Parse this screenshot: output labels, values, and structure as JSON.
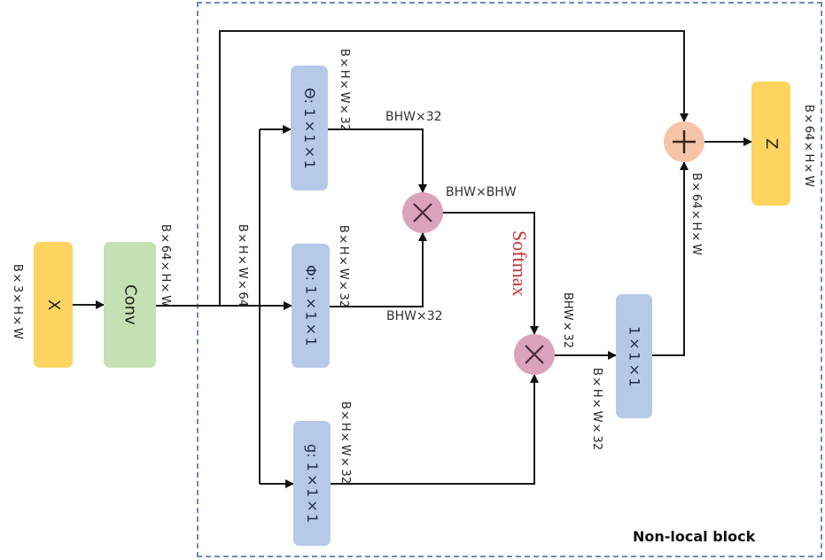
{
  "block_title": "Non-local block",
  "nodes": {
    "input": {
      "label": "X",
      "dims": "B×3×H×W"
    },
    "conv": {
      "label": "Conv",
      "dims": "B×64×H×W"
    },
    "branch": {
      "dims": "B×H×W×64"
    },
    "theta": {
      "label": "Θ: 1×1×1",
      "dims": "B×H×W×32",
      "flat_dims": "BHW×32"
    },
    "phi": {
      "label": "Φ: 1×1×1",
      "dims": "B×H×W×32",
      "flat_dims": "BHW×32"
    },
    "g": {
      "label": "g: 1×1×1",
      "dims": "B×H×W×32"
    },
    "affinity": {
      "dims": "BHW×BHW",
      "activation": "Softmax"
    },
    "weighted": {
      "dims": "BHW×32"
    },
    "output_conv": {
      "label": "1×1×1",
      "dims": "B×H×W×32"
    },
    "residual": {
      "dims": "B×64×H×W"
    },
    "output": {
      "label": "Z",
      "dims": "B×64×H×W"
    }
  },
  "operators": {
    "multiply_1": {
      "icon": "multiply-icon"
    },
    "multiply_2": {
      "icon": "multiply-icon"
    },
    "add": {
      "icon": "add-icon"
    }
  },
  "colors": {
    "input_output": "#fcd45f",
    "conv": "#c5e0b3",
    "projection": "#b6c9e7",
    "multiply": "#dba2bc",
    "add": "#f6c4a6",
    "softmax_text": "#c8323a",
    "block_border": "#6f88bd"
  }
}
